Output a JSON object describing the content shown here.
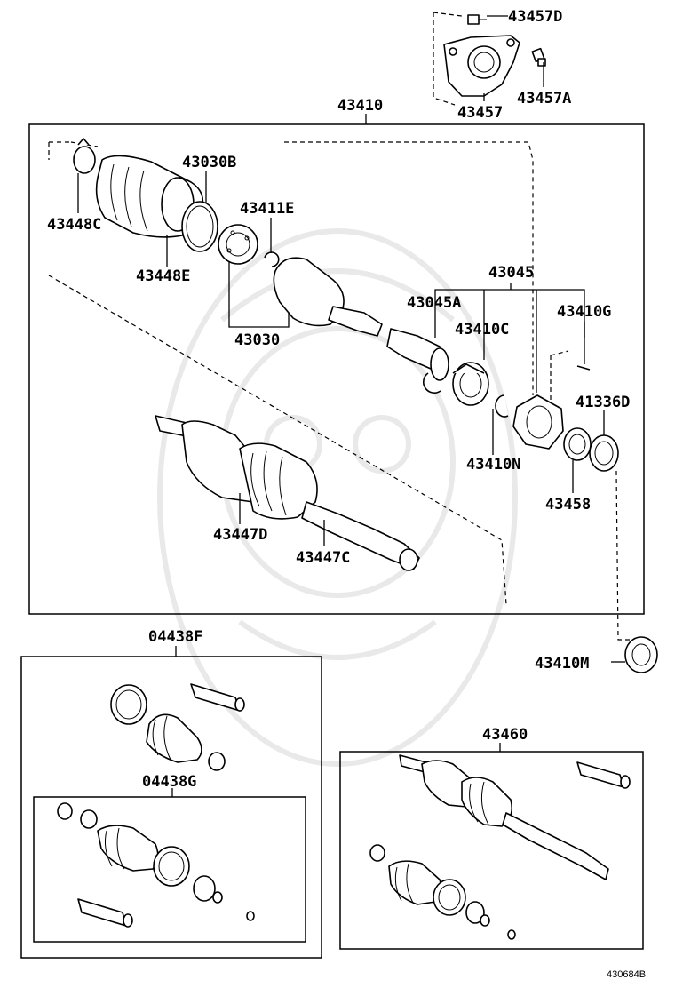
{
  "figure_code": "430684B",
  "labels": {
    "p43457D": "43457D",
    "p43457": "43457",
    "p43457A": "43457A",
    "p43410": "43410",
    "p43030B": "43030B",
    "p43448C": "43448C",
    "p43411E": "43411E",
    "p43448E": "43448E",
    "p43030": "43030",
    "p43045": "43045",
    "p43045A": "43045A",
    "p43410G": "43410G",
    "p43410C": "43410C",
    "p41336D": "41336D",
    "p43410N": "43410N",
    "p43458": "43458",
    "p43447D": "43447D",
    "p43447C": "43447C",
    "p04438F": "04438F",
    "p43410M": "43410M",
    "p43460": "43460",
    "p04438G": "04438G"
  }
}
